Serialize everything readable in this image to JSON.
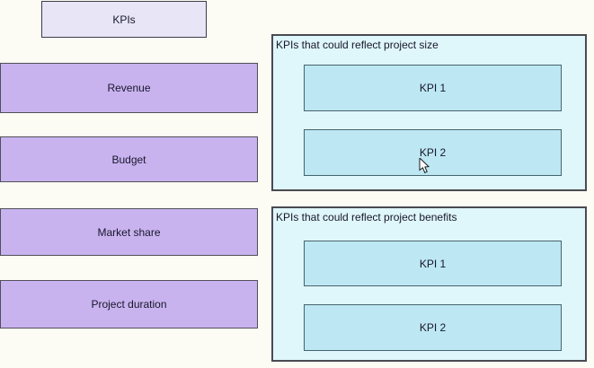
{
  "palette": {
    "background": "#fcfcf4",
    "legend_fill": "#e8e5f7",
    "option_fill": "#c9b3ef",
    "panel_fill": "#dff6fa",
    "slot_fill": "#bde7f2",
    "border_dark": "#4a4a52",
    "text": "#17172b"
  },
  "legend": {
    "label": "KPIs"
  },
  "options": [
    {
      "label": "Revenue"
    },
    {
      "label": "Budget"
    },
    {
      "label": "Market share"
    },
    {
      "label": "Project duration"
    }
  ],
  "panels": [
    {
      "title": "KPIs that could reflect project size",
      "slots": [
        {
          "label": "KPI 1"
        },
        {
          "label": "KPI 2"
        }
      ]
    },
    {
      "title": "KPIs that could reflect project benefits",
      "slots": [
        {
          "label": "KPI 1"
        },
        {
          "label": "KPI 2"
        }
      ]
    }
  ],
  "cursor": {
    "icon": "arrow-pointer"
  }
}
